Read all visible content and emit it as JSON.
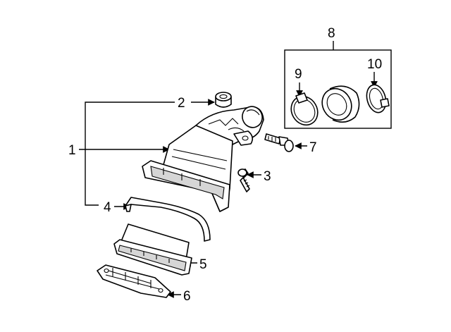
{
  "diagram": {
    "callouts": {
      "c1": "1",
      "c2": "2",
      "c3": "3",
      "c4": "4",
      "c5": "5",
      "c6": "6",
      "c7": "7",
      "c8": "8",
      "c9": "9",
      "c10": "10"
    },
    "icons": {
      "arrow": "arrowhead",
      "parts": [
        "air-duct",
        "grommet",
        "bolt",
        "seal",
        "air-filter",
        "filter-bracket",
        "sensor",
        "clamp",
        "resonator",
        "clamp"
      ]
    }
  }
}
